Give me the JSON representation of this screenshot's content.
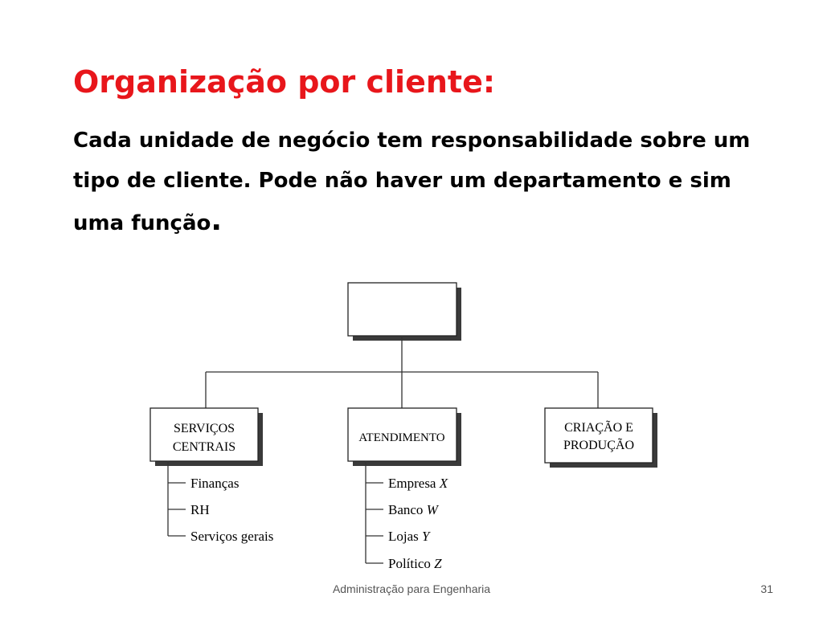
{
  "slide": {
    "title": "Organização por cliente:",
    "body": "Cada unidade de negócio tem responsabilidade sobre um tipo de cliente. Pode não haver um departamento e sim uma função",
    "body_end": "."
  },
  "org_chart": {
    "top_label": "",
    "departments": [
      {
        "label_lines": [
          "SERVIÇOS",
          "CENTRAIS"
        ],
        "items": [
          {
            "text": "Finanças",
            "var": ""
          },
          {
            "text": "RH",
            "var": ""
          },
          {
            "text": "Serviços gerais",
            "var": ""
          }
        ]
      },
      {
        "label_lines": [
          "ATENDIMENTO"
        ],
        "items": [
          {
            "text": "Empresa",
            "var": "X"
          },
          {
            "text": "Banco",
            "var": "W"
          },
          {
            "text": "Lojas",
            "var": "Y"
          },
          {
            "text": "Político",
            "var": "Z"
          }
        ]
      },
      {
        "label_lines": [
          "CRIAÇÃO E",
          "PRODUÇÃO"
        ],
        "items": []
      }
    ]
  },
  "footer": {
    "text": "Administração para Engenharia",
    "page": "31"
  },
  "colors": {
    "title": "#e8161b",
    "shadow": "#3a3a3a"
  }
}
